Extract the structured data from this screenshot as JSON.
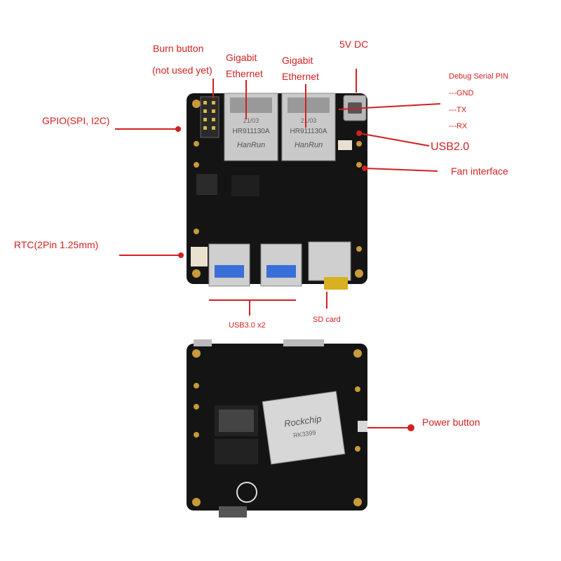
{
  "colors": {
    "annotation": "#d42020",
    "pcb": "#141414",
    "metal": "#c9c9c9",
    "usb_blue": "#3a6fd8",
    "sd_gold": "#d8b020"
  },
  "labels": {
    "burn_button_line1": "Burn button",
    "burn_button_line2": "(not used yet)",
    "gigabit_ethernet_1_line1": "Gigabit",
    "gigabit_ethernet_1_line2": "Ethernet",
    "gigabit_ethernet_2_line1": "Gigabit",
    "gigabit_ethernet_2_line2": "Ethernet",
    "dc_5v": "5V DC",
    "debug_serial": "Debug Serial PIN",
    "debug_gnd": "---GND",
    "debug_tx": "---TX",
    "debug_rx": "---RX",
    "usb2": "USB2.0",
    "fan": "Fan interface",
    "gpio": "GPIO(SPI,  I2C)",
    "rtc": "RTC(2Pin 1.25mm)",
    "usb3": "USB3.0 x2",
    "sd_card": "SD card",
    "power_button": "Power button"
  },
  "board_markings": {
    "rj45_text_1": "HR911130A",
    "rj45_text_2": "HR911130A",
    "hanrun_1": "HanRun",
    "hanrun_2": "HanRun",
    "rj45_date_1": "21/03",
    "rj45_date_2": "21/03",
    "soc_brand": "Rockchip",
    "soc_model": "RK3399"
  }
}
